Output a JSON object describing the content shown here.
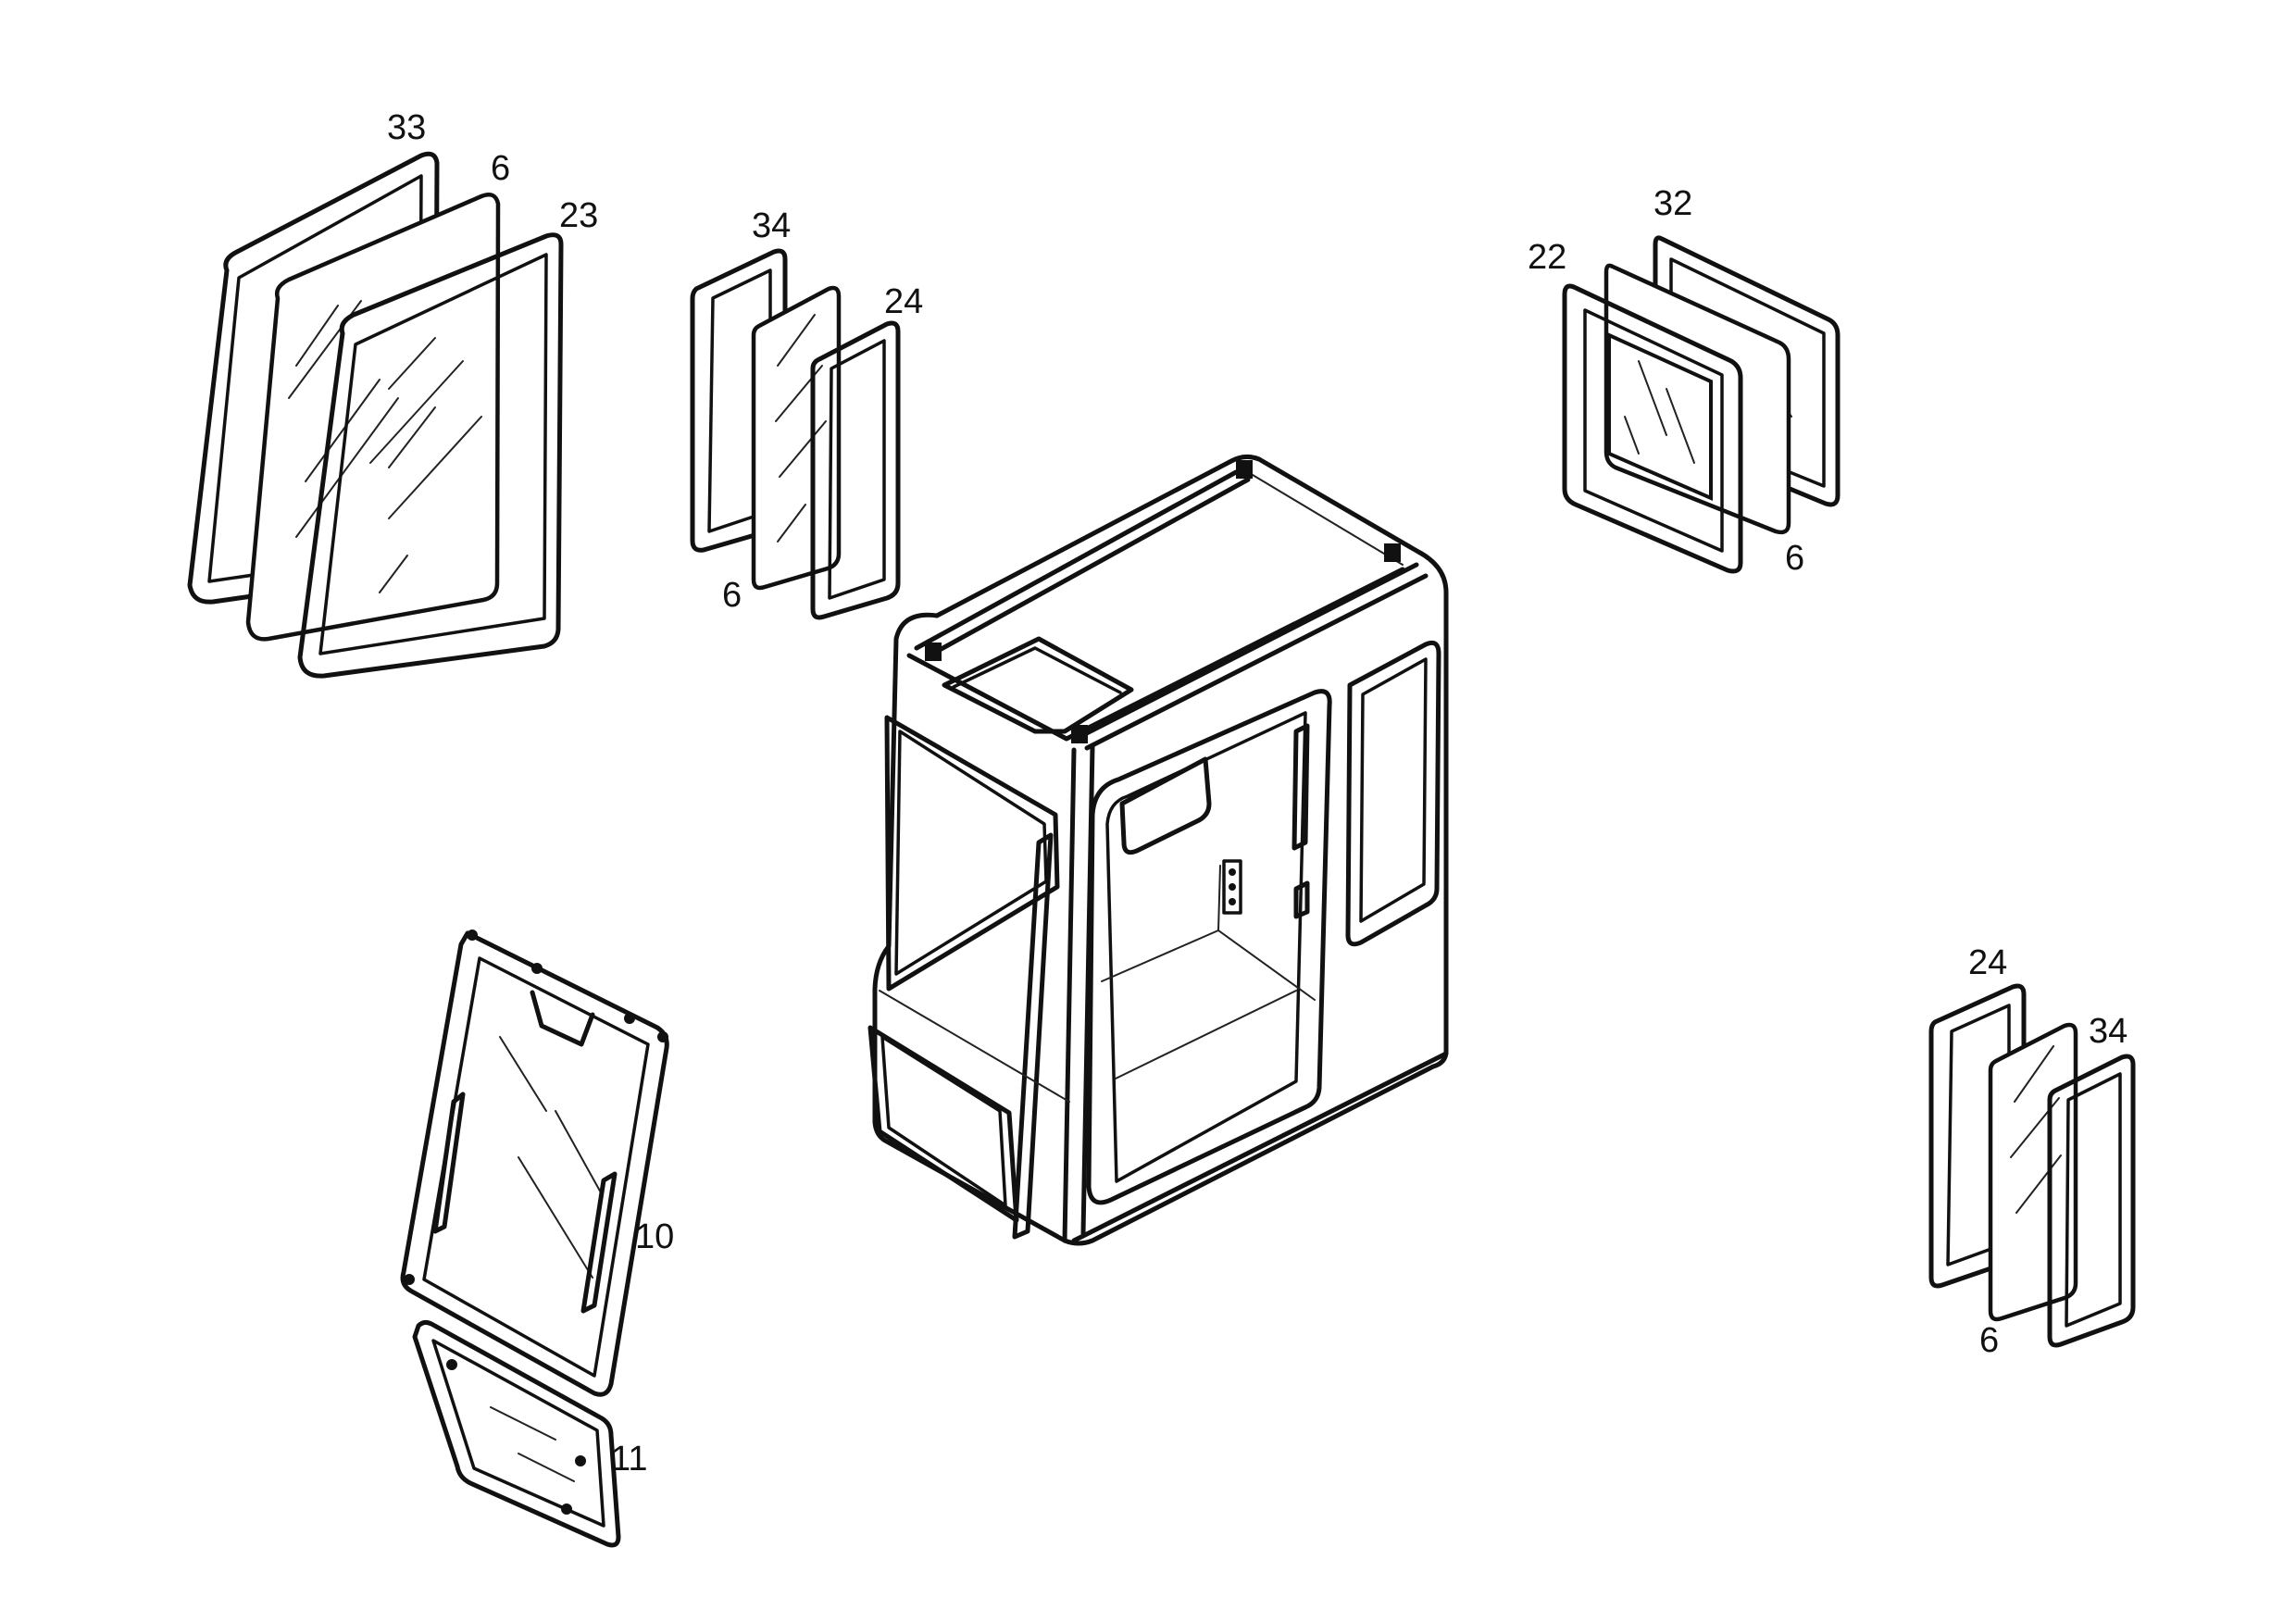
{
  "labels": {
    "tl_seal_outer": "33",
    "tl_glass": "6",
    "tl_frame": "23",
    "tm_seal_outer": "34",
    "tm_frame": "24",
    "tm_glass": "6",
    "tr_seal_outer": "32",
    "tr_frame": "22",
    "tr_glass": "6",
    "br_seal_outer": "24",
    "br_frame": "34",
    "br_glass": "6",
    "door_upper": "10",
    "door_lower": "11"
  }
}
